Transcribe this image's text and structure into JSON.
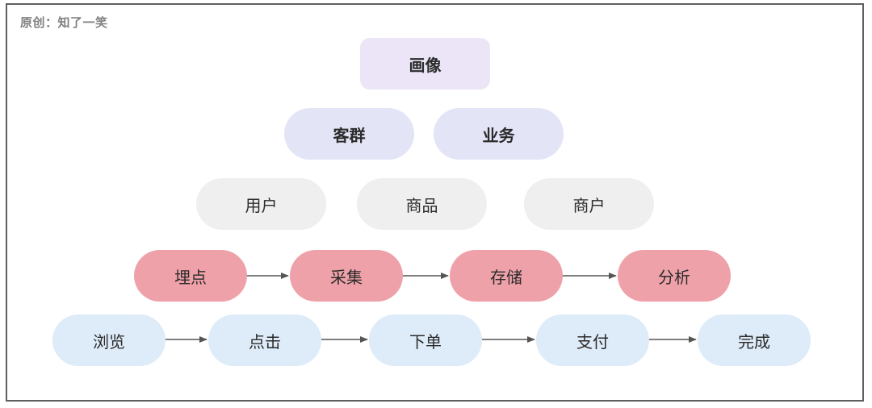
{
  "watermark": "原创：知了一笑",
  "levels": {
    "portrait": "画像",
    "groups": [
      "客群",
      "业务"
    ],
    "entities": [
      "用户",
      "商品",
      "商户"
    ],
    "pipeline": [
      "埋点",
      "采集",
      "存储",
      "分析"
    ],
    "flow": [
      "浏览",
      "点击",
      "下单",
      "支付",
      "完成"
    ]
  },
  "colors": {
    "portrait": "#ebe5f7",
    "groups": "#e3e5f7",
    "entities": "#efefef",
    "pipeline": "#efa1a9",
    "flow": "#deebf8",
    "arrow": "#555555",
    "border": "#5f5f5f"
  }
}
